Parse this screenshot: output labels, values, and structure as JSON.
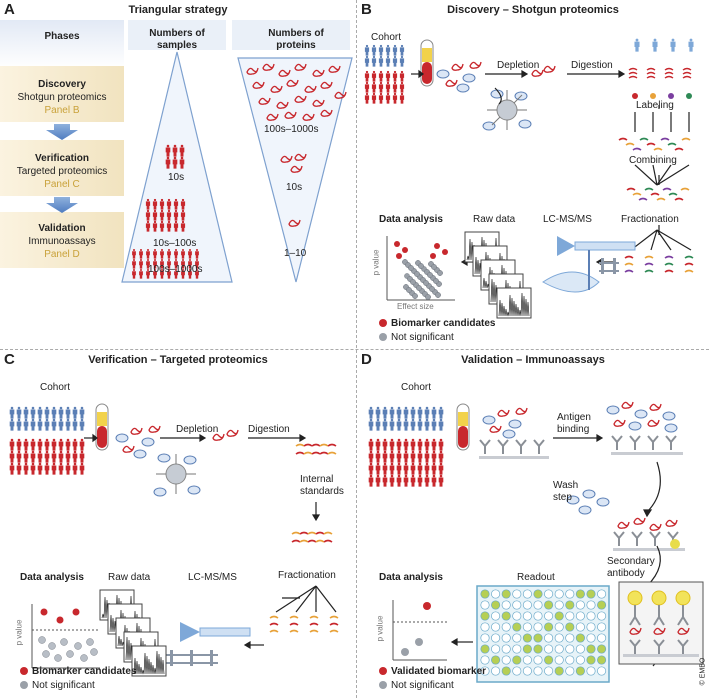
{
  "panelA": {
    "letter": "A",
    "title": "Triangular strategy",
    "phases_header": "Phases",
    "samples_header_1": "Numbers of",
    "samples_header_2": "samples",
    "proteins_header_1": "Numbers of",
    "proteins_header_2": "proteins",
    "phases": [
      {
        "name": "Discovery",
        "method": "Shotgun proteomics",
        "panel": "Panel B"
      },
      {
        "name": "Verification",
        "method": "Targeted proteomics",
        "panel": "Panel C"
      },
      {
        "name": "Validation",
        "method": "Immunoassays",
        "panel": "Panel D"
      }
    ],
    "sample_counts": [
      "10s",
      "10s–100s",
      "100s–1000s"
    ],
    "protein_counts": [
      "100s–1000s",
      "10s",
      "1–10"
    ]
  },
  "panelB": {
    "letter": "B",
    "title": "Discovery – Shotgun proteomics",
    "cohort": "Cohort",
    "depletion": "Depletion",
    "digestion": "Digestion",
    "labeling": "Labeling",
    "combining": "Combining",
    "fractionation": "Fractionation",
    "lcms": "LC-MS/MS",
    "raw_data": "Raw data",
    "data_analysis": "Data analysis",
    "y_axis": "p value",
    "x_axis": "Effect size",
    "legend_sig": "Biomarker candidates",
    "legend_ns": "Not significant"
  },
  "panelC": {
    "letter": "C",
    "title": "Verification – Targeted proteomics",
    "cohort": "Cohort",
    "depletion": "Depletion",
    "digestion": "Digestion",
    "internal_standards": "Internal\nstandards",
    "fractionation": "Fractionation",
    "lcms": "LC-MS/MS",
    "raw_data": "Raw data",
    "data_analysis": "Data analysis",
    "y_axis": "p value",
    "legend_sig": "Biomarker candidates",
    "legend_ns": "Not significant"
  },
  "panelD": {
    "letter": "D",
    "title": "Validation – Immunoassays",
    "cohort": "Cohort",
    "antigen_binding": "Antigen\nbinding",
    "wash_step": "Wash\nstep",
    "secondary_antibody": "Secondary\nantibody",
    "readout": "Readout",
    "data_analysis": "Data analysis",
    "y_axis": "p value",
    "legend_sig": "Validated biomarker",
    "legend_ns": "Not significant"
  },
  "copyright": "© EMBO",
  "colors": {
    "red": "#c8282d",
    "blue": "#5b7fb5",
    "gold": "#c9a23a",
    "grey": "#9aa0a8"
  }
}
